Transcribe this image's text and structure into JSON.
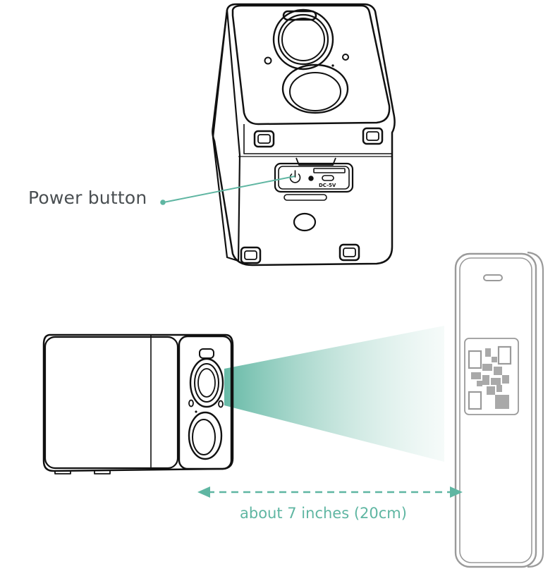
{
  "labels": {
    "power_button": "Power button",
    "distance": "about 7 inches (20cm)",
    "port": "DC-5V"
  },
  "icons": {
    "power": "power-icon",
    "qr": "qr-code-icon",
    "arrow": "double-arrow-icon"
  },
  "colors": {
    "accent": "#5fb6a2",
    "outline": "#111111",
    "phone_outline": "#9a9a9a",
    "text": "#4a4f52",
    "qr": "#a9a9a9"
  }
}
